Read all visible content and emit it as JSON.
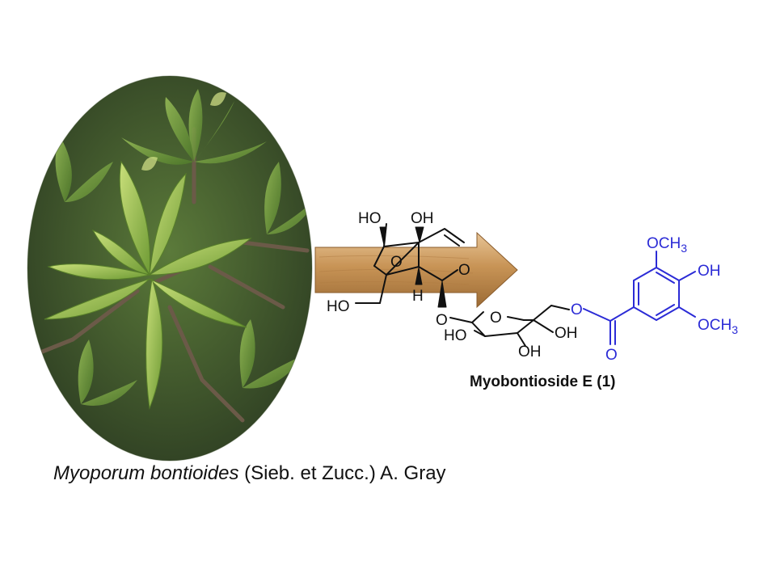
{
  "figure": {
    "species_name": "Myoporum bontioides",
    "authority": "(Sieb. et Zucc.) A. Gray",
    "compound_name": "Myobontioside E (1)"
  },
  "structure": {
    "core_labels": {
      "ho_top": "HO",
      "oh_top": "OH",
      "ring_o_epoxide": "O",
      "ring_o_pyran": "O",
      "h_label": "H",
      "ho_side": "HO",
      "glyco_o": "O"
    },
    "sugar_labels": {
      "ring_o": "O",
      "ho": "HO",
      "oh_c3": "OH",
      "oh_c4": "OH"
    },
    "ester_labels": {
      "ester_o": "O",
      "carbonyl_o": "O",
      "och3_top": "OCH3",
      "oh_para": "OH",
      "och3_bottom": "OCH3"
    },
    "colors": {
      "core": "#111111",
      "ester": "#2b2bd6",
      "arrow": "#c99a5e"
    }
  }
}
